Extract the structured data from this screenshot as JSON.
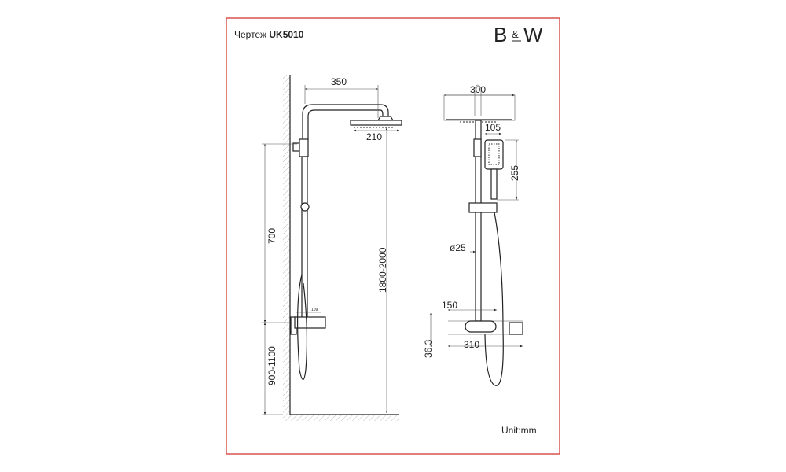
{
  "header": {
    "title_prefix": "Чертеж",
    "model": "UK5010",
    "logo": "B&W"
  },
  "side_view": {
    "arm_length": "350",
    "head_width_side": "210",
    "rail_height": "700",
    "mixer_height": "900-1100",
    "total_height": "1800-2000",
    "mixer_depth": "109"
  },
  "front_view": {
    "head_width": "300",
    "handshower_width": "105",
    "handshower_length": "255",
    "rail_diameter": "ø25",
    "inlet_spacing": "150",
    "mixer_length": "310",
    "mixer_height": "36.3"
  },
  "footer": {
    "unit": "Unit:mm"
  },
  "colors": {
    "frame": "#d9534f",
    "line": "#222222"
  }
}
